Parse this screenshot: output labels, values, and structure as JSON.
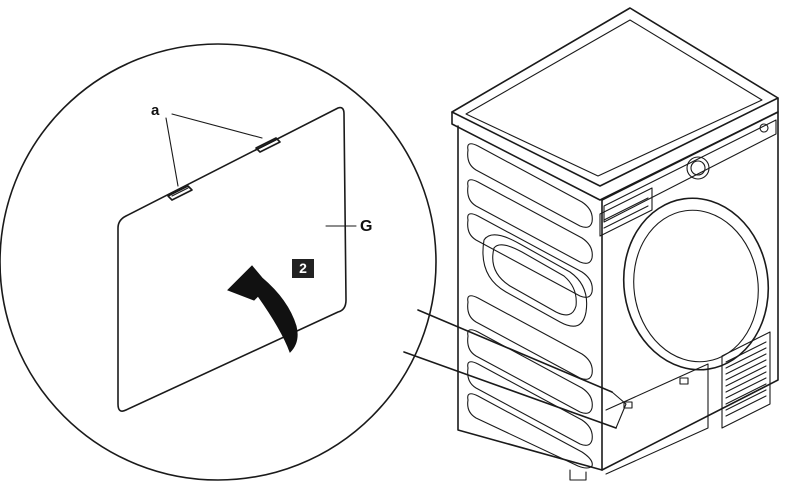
{
  "labels": {
    "part_a": "a",
    "part_g": "G",
    "step_number": "2"
  },
  "colors": {
    "line": "#1a1a1a",
    "badge_background": "#222222",
    "badge_text": "#ffffff",
    "background": "#ffffff"
  }
}
